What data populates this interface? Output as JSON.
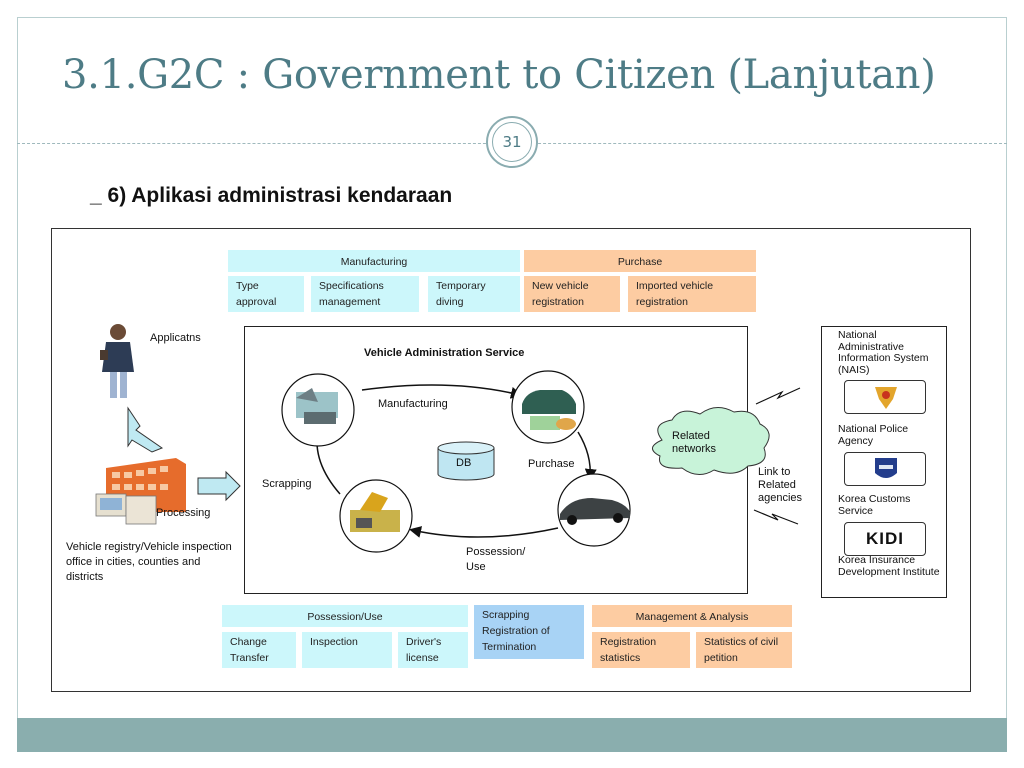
{
  "slide": {
    "title": "3.1.G2C : Government to Citizen (Lanjutan)",
    "page_number": "31",
    "subtitle": "_  6) Aplikasi administrasi kendaraan"
  },
  "diagram": {
    "top": {
      "manufacturing_header": "Manufacturing",
      "manufacturing_items": [
        "Type approval",
        "Specifications management",
        "Temporary diving"
      ],
      "purchase_header": "Purchase",
      "purchase_items": [
        "New vehicle registration",
        "Imported vehicle registration"
      ]
    },
    "left": {
      "applicants": "Applicatns",
      "processing": "Processing",
      "office": "Vehicle registry/Vehicle inspection office in cities, counties and districts"
    },
    "center": {
      "title": "Vehicle Administration Service",
      "manufacturing": "Manufacturing",
      "purchase": "Purchase",
      "possession": "Possession/\nUse",
      "scrapping": "Scrapping",
      "db": "DB"
    },
    "network": {
      "cloud": "Related networks",
      "link": "Link to Related agencies"
    },
    "agencies": [
      {
        "name": "National Administrative Information System (NAIS)"
      },
      {
        "name": "National Police Agency"
      },
      {
        "name": "Korea Customs Service"
      },
      {
        "name": "Korea Insurance Development Institute",
        "logo": "KIDI"
      }
    ],
    "bottom": {
      "possession_header": "Possession/Use",
      "possession_items": [
        "Change Transfer",
        "Inspection",
        "Driver's license"
      ],
      "scrapping": "Scrapping Registration of Termination",
      "management_header": "Management & Analysis",
      "management_items": [
        "Registration statistics",
        "Statistics of civil petition"
      ]
    }
  },
  "colors": {
    "title": "#4e7c86",
    "cyan_box": "#ccf7fb",
    "orange_box": "#fdcca2",
    "blue_box": "#a8d3f5",
    "bottom_bar": "#8aaeae"
  }
}
